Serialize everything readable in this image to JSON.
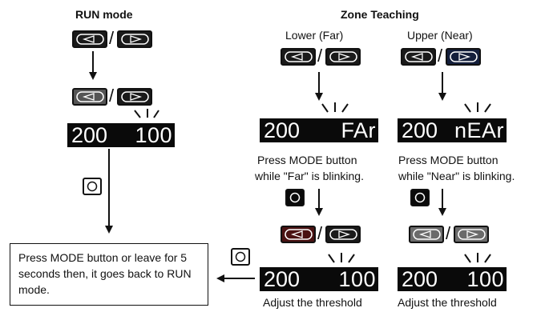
{
  "headings": {
    "run_mode": "RUN mode",
    "zone_teaching": "Zone Teaching"
  },
  "columns": {
    "lower": "Lower (Far)",
    "upper": "Upper (Near)"
  },
  "displays": {
    "run": {
      "left": "200",
      "right": "100"
    },
    "far": {
      "left": "200",
      "right": "FAr"
    },
    "near": {
      "left": "200",
      "right": "nEAr"
    },
    "adjust_far": {
      "left": "200",
      "right": "100"
    },
    "adjust_near": {
      "left": "200",
      "right": "100"
    }
  },
  "instructions": {
    "far_line1": "Press MODE button",
    "far_line2": "while \"Far\" is blinking.",
    "near_line1": "Press MODE button",
    "near_line2": "while \"Near\" is blinking.",
    "adjust_far": "Adjust the threshold",
    "adjust_near": "Adjust the threshold"
  },
  "note_box": {
    "text": "Press MODE button or leave for 5 seconds then, it goes back to RUN mode."
  },
  "symbols": {
    "slash": "/"
  },
  "icons": [
    "left-arrow-button-icon",
    "right-arrow-button-icon",
    "mode-button-icon",
    "blink-rays-icon",
    "down-arrow-icon",
    "left-arrow-icon"
  ],
  "colors": {
    "display_bg": "#0a0a0a",
    "display_text": "#ffffff",
    "button_dark": "#1a1a1a",
    "button_gray": "#555555",
    "button_red": "#4a1212",
    "button_navy": "#141f3c",
    "button_light_gray": "#6b6b6b"
  }
}
